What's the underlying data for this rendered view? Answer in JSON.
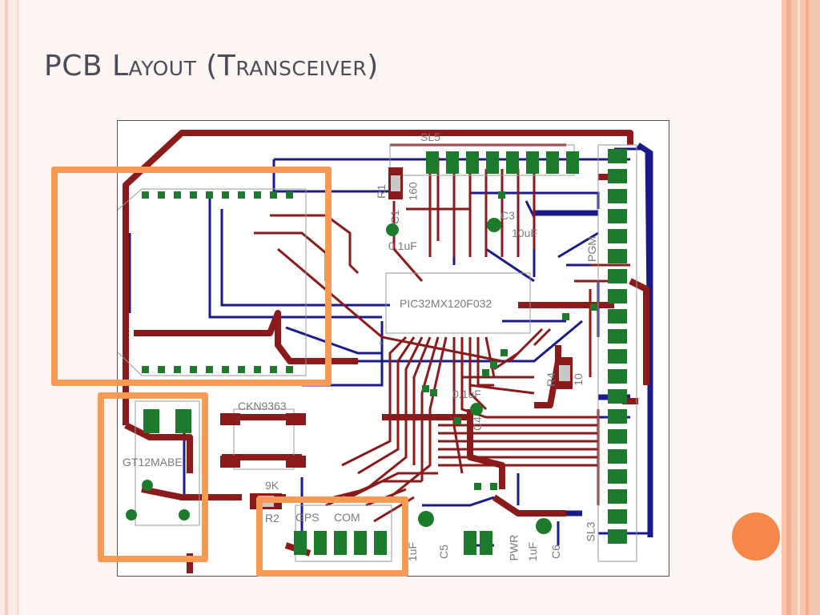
{
  "slide": {
    "title": "PCB Layout (Transceiver)"
  },
  "pcb_labels": {
    "sl5": "SL5",
    "r1": "R1",
    "r1_value": "160",
    "c1": "C1",
    "c1_value": "0.1uF",
    "c3": "C3",
    "c3_value": "10uF",
    "pgm": "PGM",
    "mcu": "PIC32MX120F032",
    "r4": "R4",
    "r4_value": "10",
    "c4_value": "0.1uF",
    "c4": "C4",
    "ckn": "CKN9363",
    "gt": "GT12MABE",
    "r2_value": "9K",
    "r2": "R2",
    "gps": "GPS",
    "com": "COM",
    "c5_value": "1uF",
    "c5": "C5",
    "pwr": "PWR",
    "c6_value": "1uF",
    "c6": "C6",
    "sl3": "SL3",
    "star": "*"
  },
  "colors": {
    "trace_top": "#8b1a1a",
    "trace_bottom": "#1a1a8c",
    "pad": "#1c7a2c",
    "highlight": "#f79a55",
    "accent_dot": "#f6874a"
  }
}
